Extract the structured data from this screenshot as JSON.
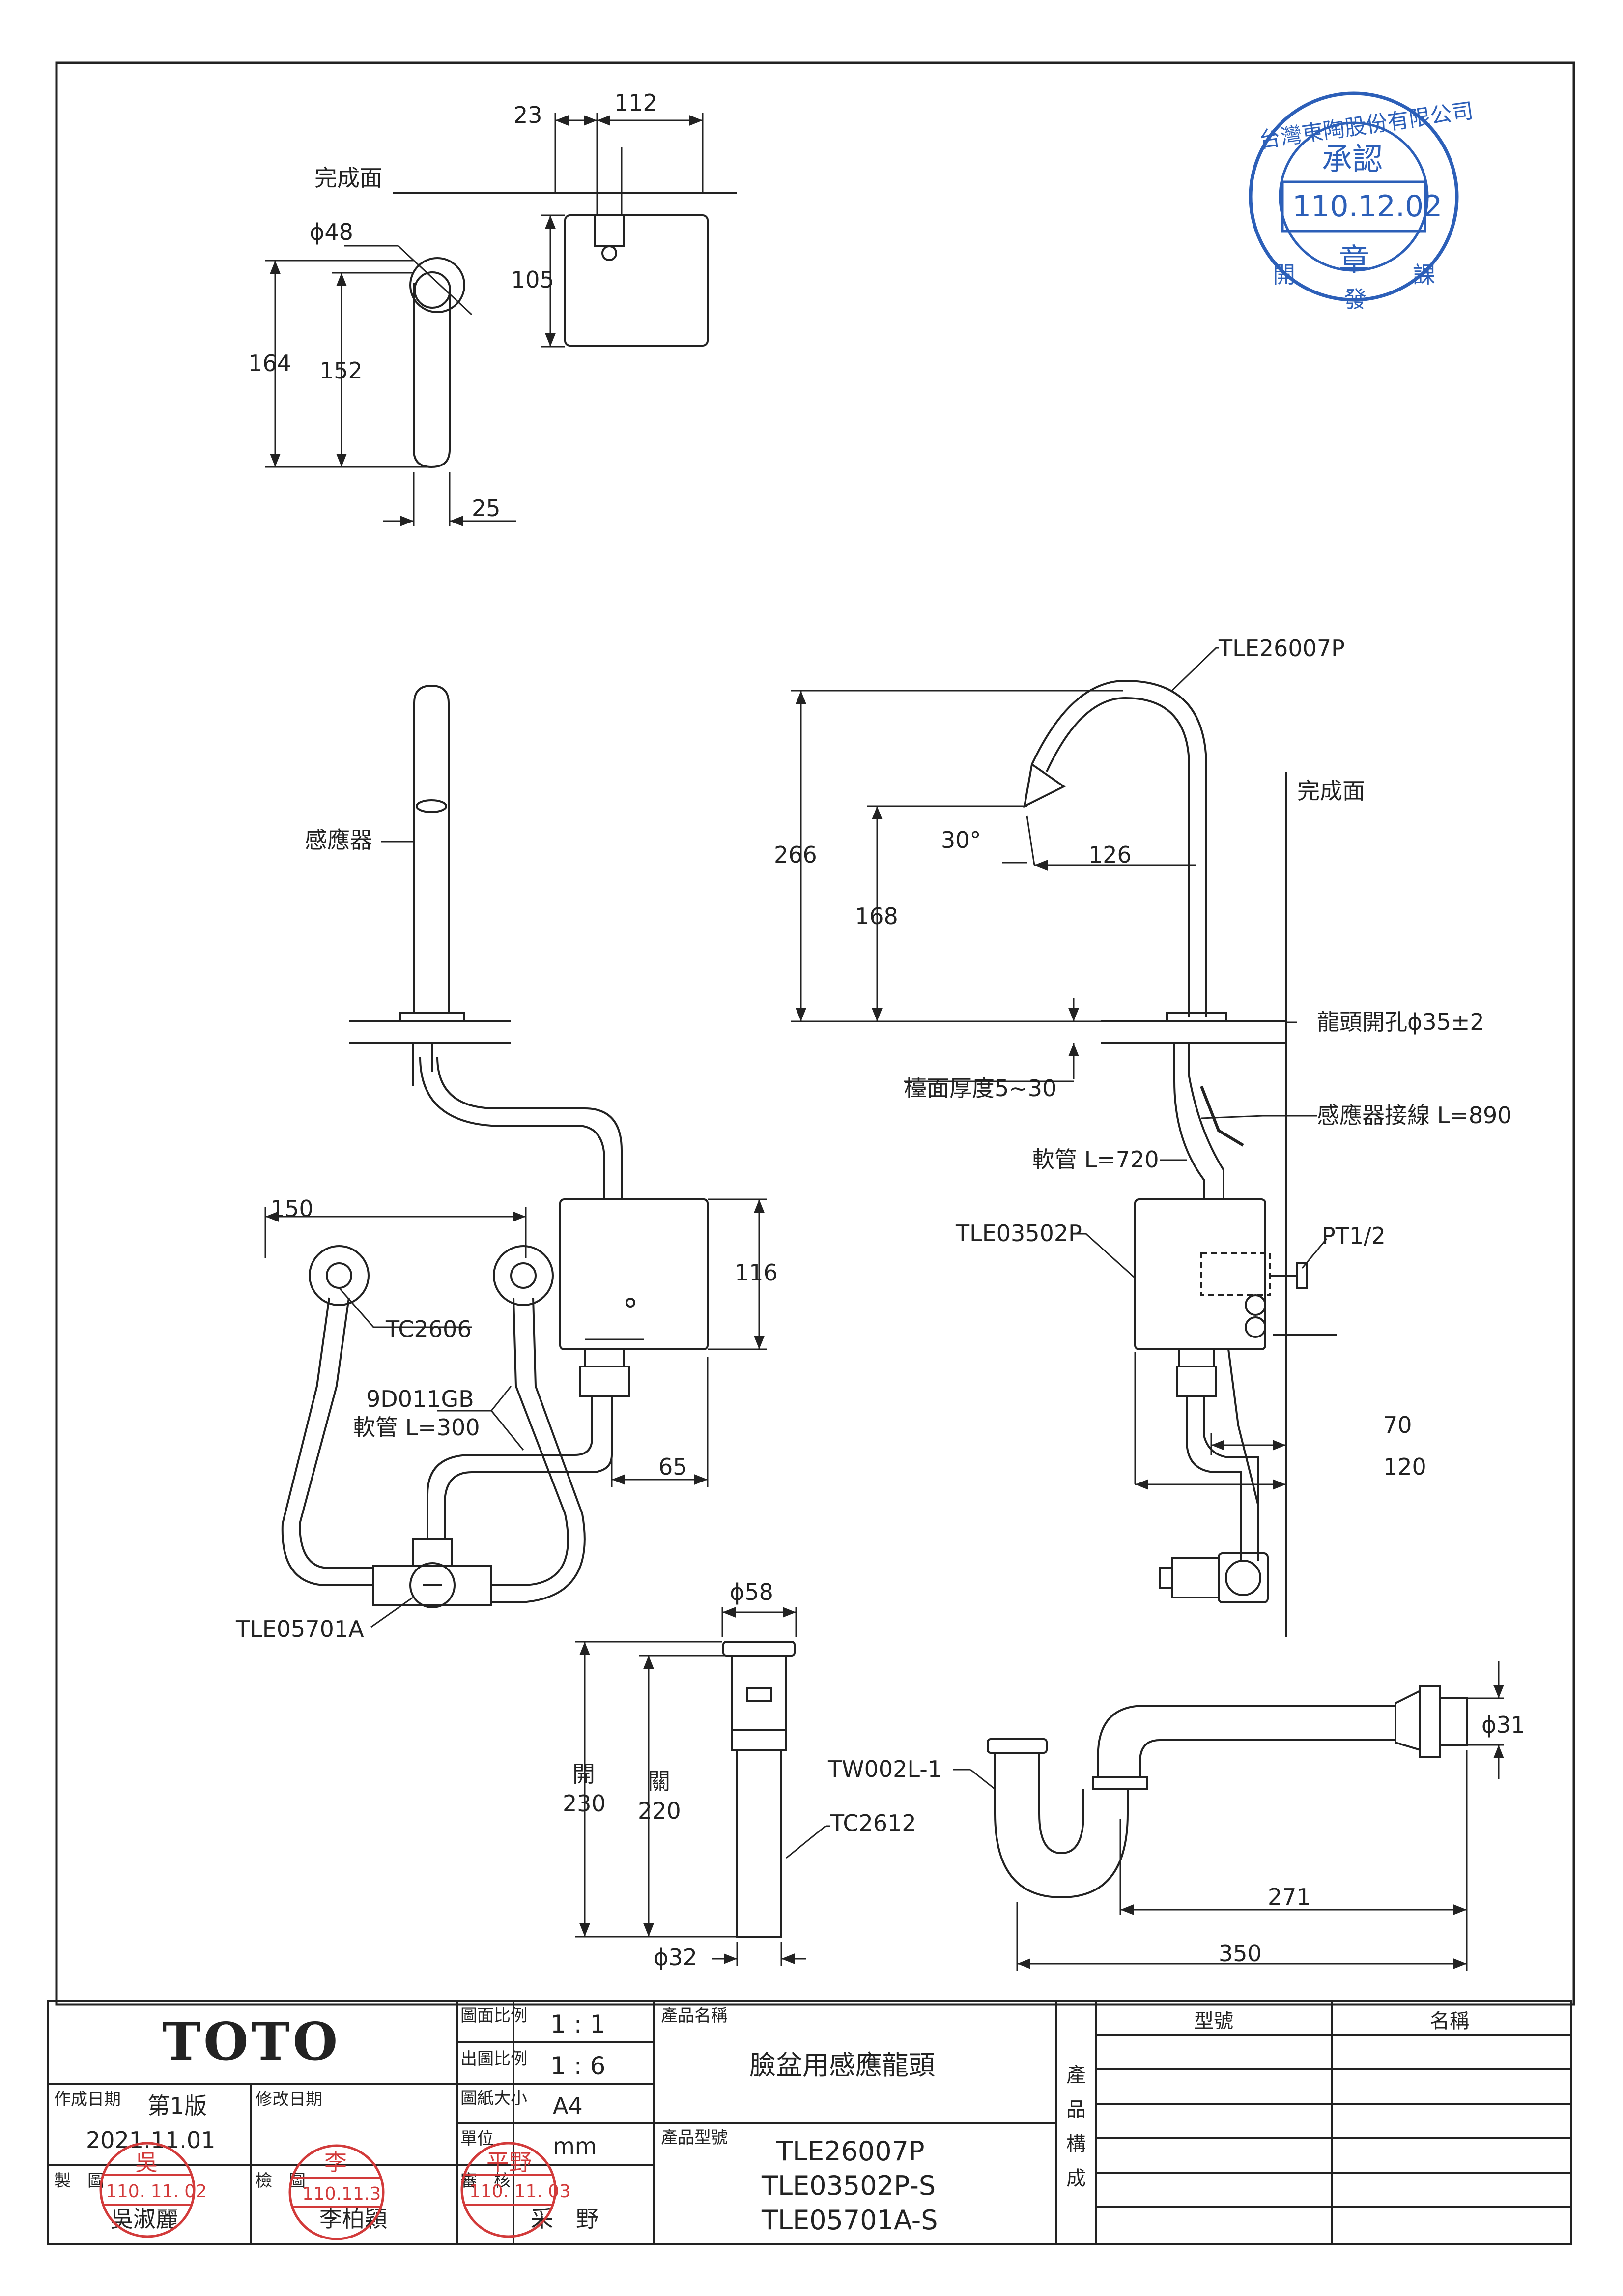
{
  "drawing": {
    "top_view": {
      "finish_surface": "完成面",
      "dim_23": "23",
      "dim_112": "112",
      "dim_105": "105",
      "phi48": "ϕ48",
      "dim_164": "164",
      "dim_152": "152",
      "dim_25": "25"
    },
    "front_view": {
      "sensor": "感應器",
      "dim_150": "150",
      "tc2606": "TC2606",
      "hose_model": "9D011GB",
      "hose_len": "軟管 L=300",
      "dim_116": "116",
      "dim_65": "65",
      "tle05701a": "TLE05701A"
    },
    "side_view": {
      "tle26007p": "TLE26007P",
      "finish_surface": "完成面",
      "dim_266": "266",
      "angle_30": "30°",
      "dim_126": "126",
      "dim_168": "168",
      "hole": "龍頭開孔ϕ35±2",
      "counter": "檯面厚度5~30",
      "sensor_wire": "感應器接線 L=890",
      "hose720": "軟管 L=720",
      "tle03502p": "TLE03502P",
      "pt": "PT1/2",
      "dim_70": "70",
      "dim_120": "120"
    },
    "drain": {
      "phi58": "ϕ58",
      "open": "開",
      "open_dim": "230",
      "close": "關",
      "close_dim": "220",
      "tc2612": "TC2612",
      "phi32": "ϕ32"
    },
    "trap": {
      "tw002l": "TW002L-1",
      "phi31": "ϕ31",
      "dim_271": "271",
      "dim_350": "350"
    }
  },
  "title_block": {
    "brand": "TOTO",
    "scale_label": "圖面比例",
    "scale_value": "1 : 1",
    "print_scale_label": "出圖比例",
    "print_scale_value": "1 : 6",
    "paper_label": "圖紙大小",
    "paper_value": "A4",
    "unit_label": "單位",
    "unit_value": "mm",
    "product_name_label": "產品名稱",
    "product_name": "臉盆用感應龍頭",
    "product_model_label": "產品型號",
    "models": [
      "TLE26007P",
      "TLE03502P-S",
      "TLE05701A-S"
    ],
    "created_label": "作成日期",
    "edition": "第1版",
    "created_date": "2021.11.01",
    "revised_label": "修改日期",
    "drawn_label": "製　圖",
    "drawn_by": "吳淑麗",
    "checked_label": "檢　圖",
    "checked_by": "李柏穎",
    "approved_label": "審　核",
    "approved_by": "采　野",
    "composition_label": [
      "產",
      "品",
      "構",
      "成"
    ],
    "col_model": "型號",
    "col_name": "名稱"
  },
  "stamps": {
    "approval": {
      "ring_text": "台灣東陶股份有限公司",
      "top": "承認",
      "date": "110.12.02",
      "middle": "章",
      "bottom": [
        "開",
        "發",
        "課"
      ],
      "color": "#2c5fb8"
    },
    "drawn": {
      "name": "吳",
      "date": "110. 11. 02",
      "color": "#d23a3a"
    },
    "checked": {
      "name": "李",
      "date": "110.11.3",
      "color": "#d23a3a"
    },
    "approved": {
      "name": "平野",
      "date": "110. 11. 03",
      "color": "#d23a3a"
    }
  }
}
